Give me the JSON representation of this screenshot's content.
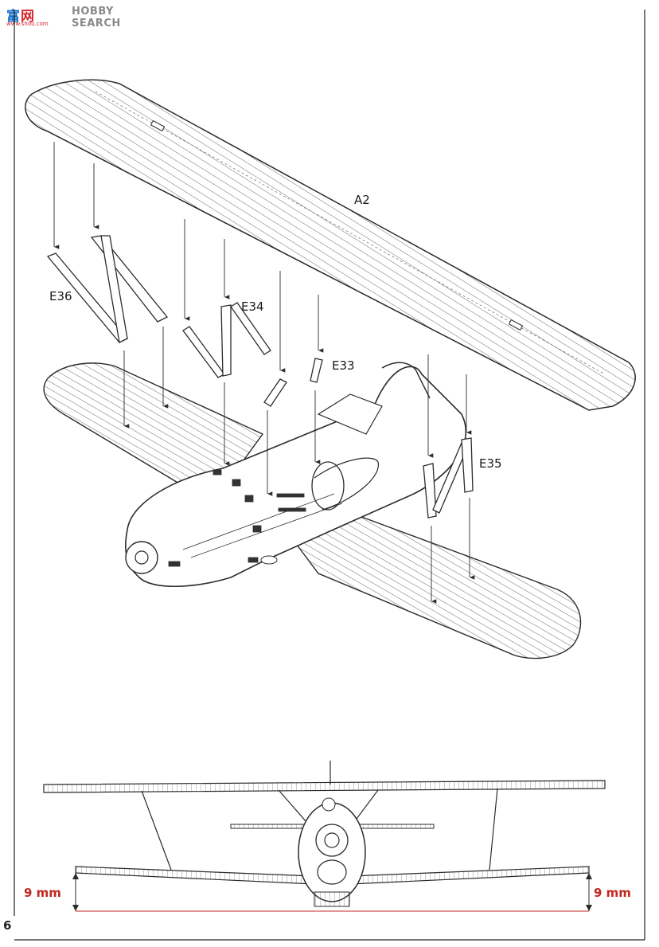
{
  "watermark": {
    "logo_left": "富",
    "logo_right": "网",
    "search": "HOBBY SEARCH",
    "url": "www.shou.com"
  },
  "parts": {
    "upper_wing": "A2",
    "strut_left_outer": "E36",
    "strut_left_inner": "E34",
    "strut_center": "E33",
    "strut_right": "E35"
  },
  "dimensions": {
    "left": "9 mm",
    "right": "9 mm"
  },
  "page_number": "6",
  "colors": {
    "line": "#2b2b2b",
    "dimension": "#c2281f",
    "watermark_blue": "#1570c9",
    "watermark_red": "#d4242b"
  }
}
